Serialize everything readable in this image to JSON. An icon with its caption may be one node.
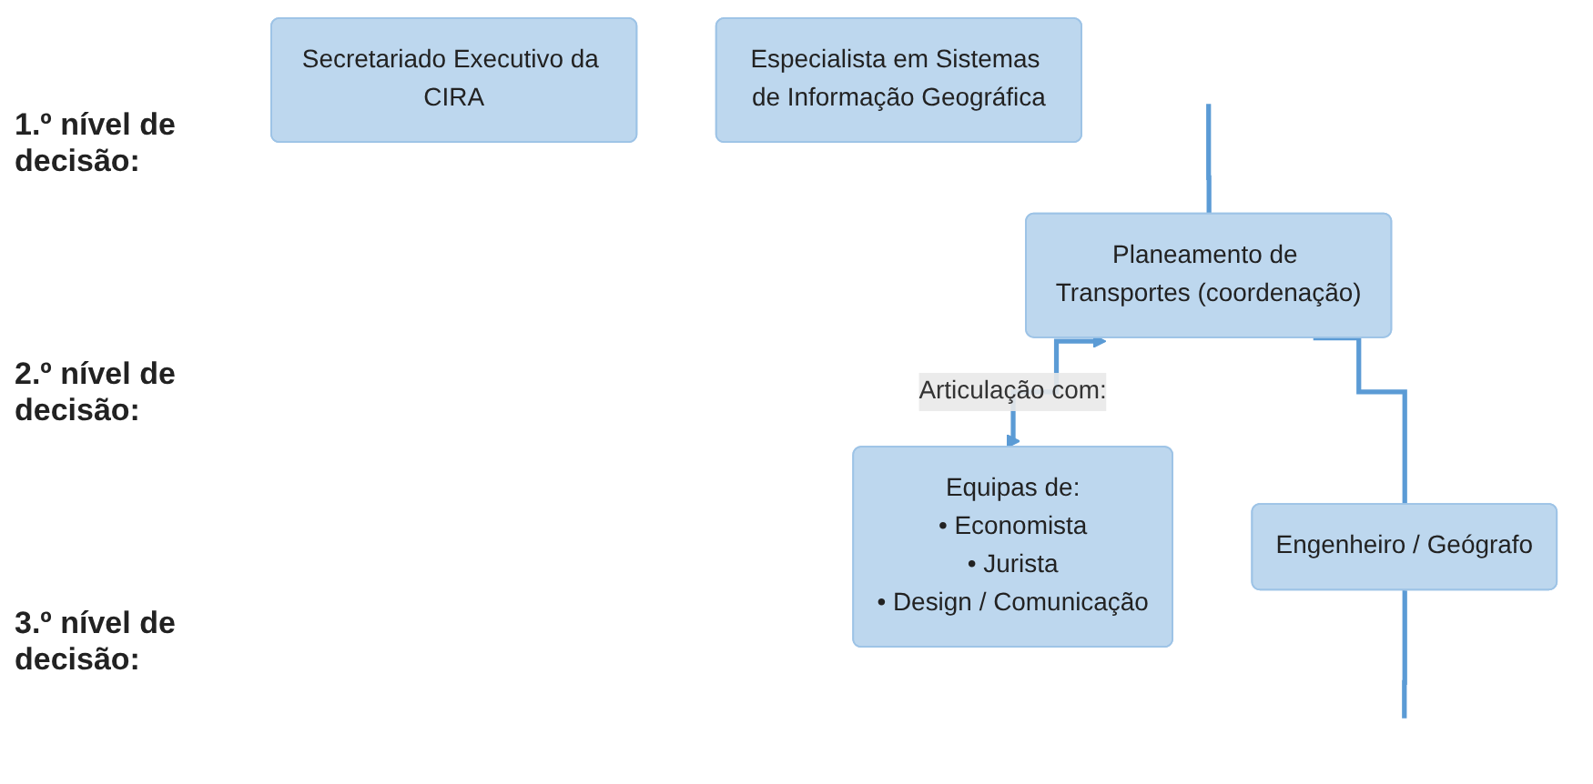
{
  "diagram": {
    "nodes": [
      {
        "text": [
          "Secretariado Executivo da CIRA"
        ]
      },
      {
        "text": [
          "Planeamento de Transportes (coordenação)"
        ]
      },
      {
        "text": [
          "Equipas de:",
          "• Economista",
          "• Jurista",
          "• Design / Comunicação"
        ]
      },
      {
        "text": [
          "Especialista em Sistemas de Informação Geográfica"
        ]
      },
      {
        "text": [
          "Engenheiro / Geógrafo"
        ]
      }
    ],
    "edges": [
      {
        "from": null,
        "to": 1,
        "arrow": "none"
      },
      {
        "from": 1,
        "to": 2,
        "label": "Articulação com:",
        "arrow": "both"
      },
      {
        "from": 1,
        "to": 4,
        "arrow": "none"
      },
      {
        "from": 4,
        "to": null,
        "arrow": "none"
      }
    ],
    "labels": [
      "1.º nível de decisão:",
      "2.º nível de decisão:",
      "3.º nível de decisão:"
    ]
  }
}
